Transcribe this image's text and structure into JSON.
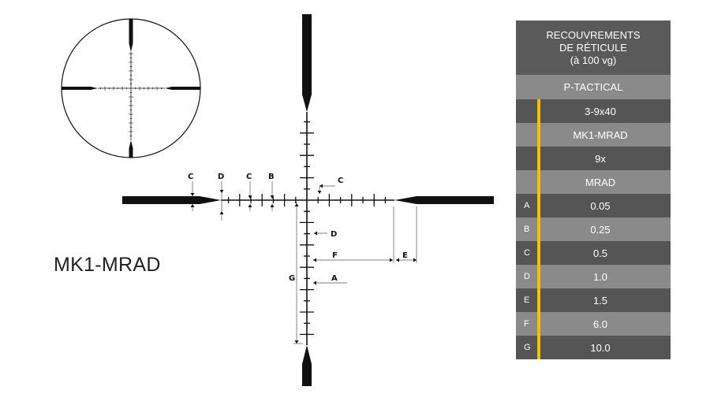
{
  "reticle_name": "MK1-MRAD",
  "annotation_labels": {
    "c_left": "C",
    "d_left": "D",
    "c_mid": "C",
    "b": "B",
    "c_right": "C",
    "d_vertical": "D",
    "f": "F",
    "e": "E",
    "g": "G",
    "a": "A"
  },
  "table": {
    "header_lines": [
      "RECOUVREMENTS",
      "DE RÉTICULE",
      "(à 100 vg)"
    ],
    "product": "P-TACTICAL",
    "model": "3-9x40",
    "reticle": "MK1-MRAD",
    "magnification": "9x",
    "unit": "MRAD",
    "rows": [
      {
        "letter": "A",
        "value": "0.05"
      },
      {
        "letter": "B",
        "value": "0.25"
      },
      {
        "letter": "C",
        "value": "0.5"
      },
      {
        "letter": "D",
        "value": "1.0"
      },
      {
        "letter": "E",
        "value": "1.5"
      },
      {
        "letter": "F",
        "value": "6.0"
      },
      {
        "letter": "G",
        "value": "10.0"
      }
    ]
  },
  "colors": {
    "header_bg": "#5a5a5a",
    "row_dark": "#555555",
    "row_light": "#8a8a8a",
    "accent_bar": "#f2c200",
    "reticle": "#111111"
  }
}
